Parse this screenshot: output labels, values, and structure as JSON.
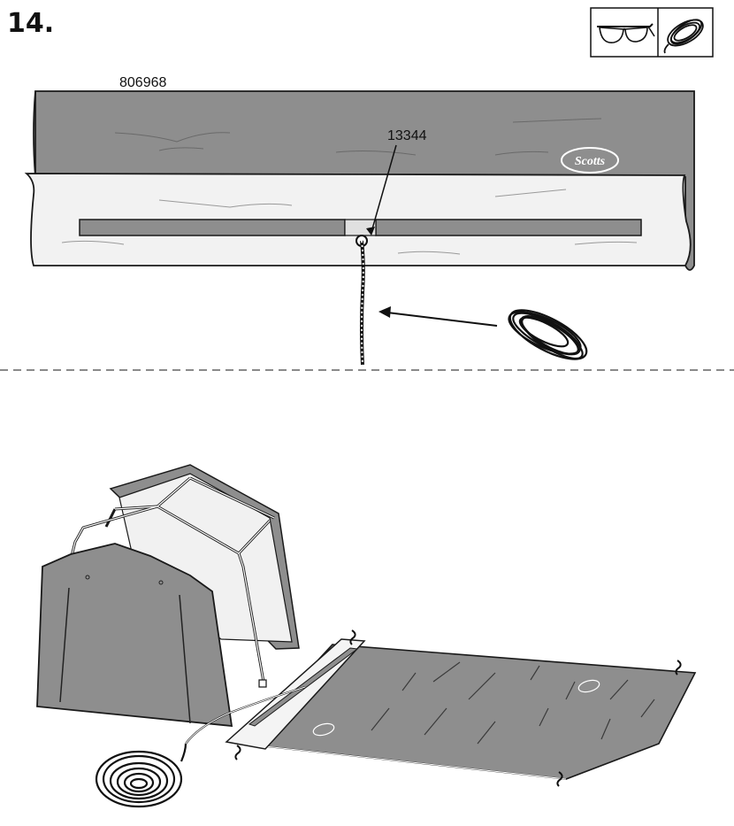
{
  "step": {
    "number": "14."
  },
  "parts": {
    "cover_part": "806968",
    "pulley_part": "13344"
  },
  "brand": {
    "logo": "Scotts"
  },
  "tools": [
    {
      "name": "safety-glasses-icon"
    },
    {
      "name": "rope-coil-icon"
    }
  ],
  "colors": {
    "tarp_gray": "#8e8e8e",
    "tarp_light": "#f2f2f2",
    "outline": "#1a1a1a"
  }
}
